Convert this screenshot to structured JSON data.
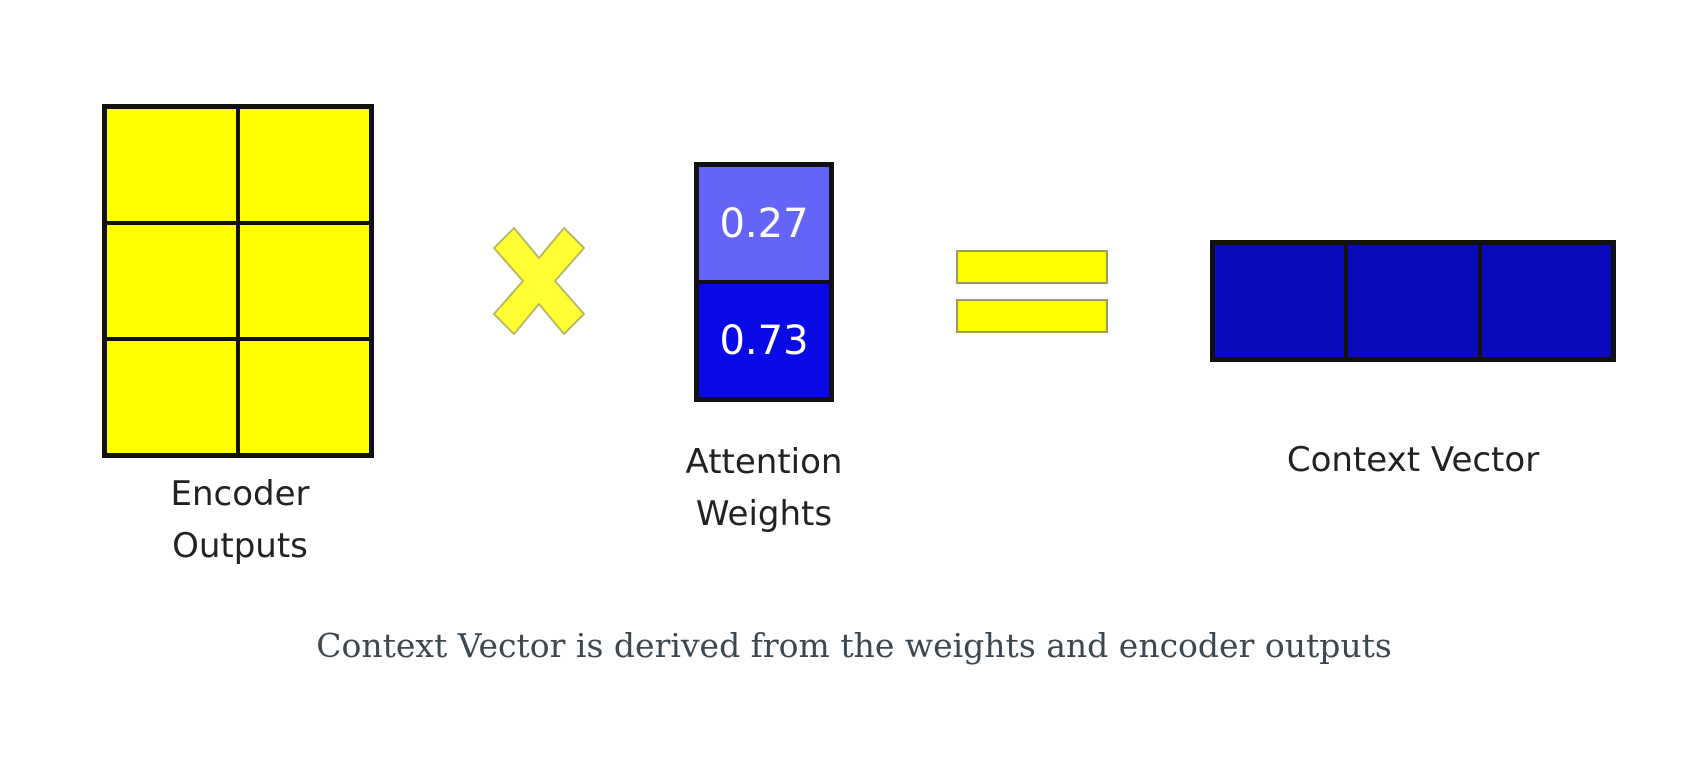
{
  "encoder": {
    "label_line1": "Encoder",
    "label_line2": "Outputs",
    "color": "#ffff00"
  },
  "operators": {
    "multiply_icon": "multiply-icon",
    "equals_icon": "equals-icon",
    "color": "#ffff00"
  },
  "weights": {
    "values": [
      "0.27",
      "0.73"
    ],
    "colors": [
      "#6464f8",
      "#0a0ae6"
    ],
    "label_line1": "Attention",
    "label_line2": "Weights"
  },
  "context": {
    "label": "Context Vector",
    "color": "#0a0abc"
  },
  "caption": "Context Vector is derived from the weights and encoder outputs"
}
